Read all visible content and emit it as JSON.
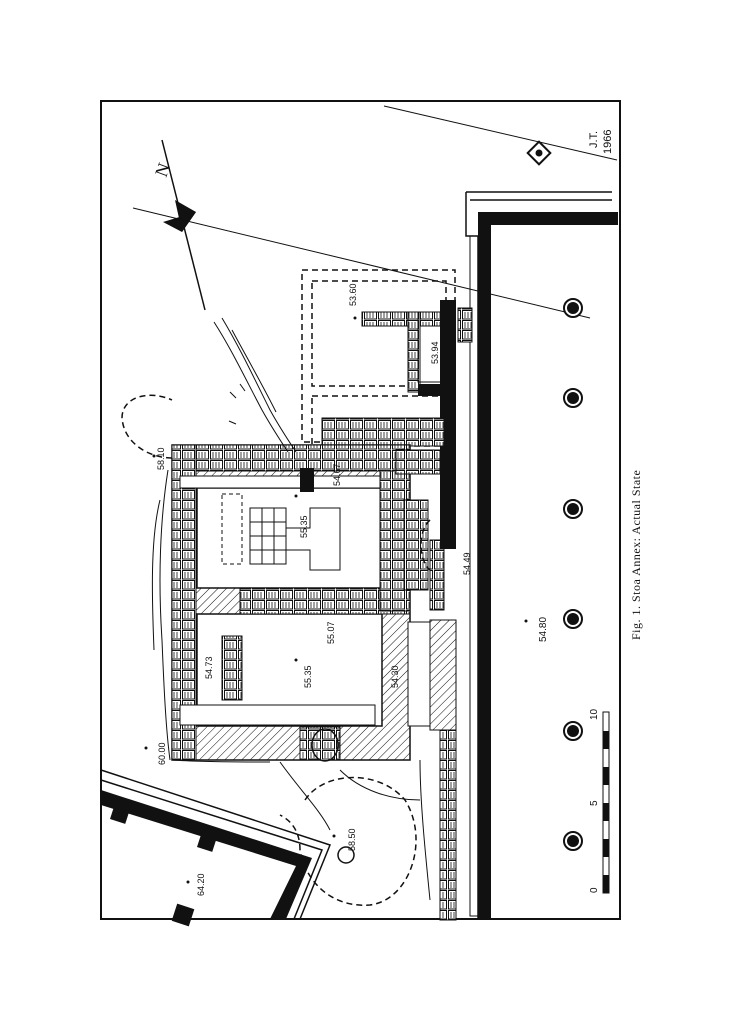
{
  "caption": "Fig. 1. Stoa Annex: Actual State",
  "north_label": "N",
  "signature": {
    "initials": "J.T.",
    "year": "1966"
  },
  "elevations": {
    "e_5810": "58.10",
    "e_5360": "53.60",
    "e_5394": "53.94",
    "e_5467": "54.67",
    "e_5535a": "55.35",
    "e_5449": "54.49",
    "e_5480": "54.80",
    "e_5507": "55.07",
    "e_5535b": "55.35",
    "e_5473": "54.73",
    "e_5430": "54.30",
    "e_6000": "60.00",
    "e_5850": "58.50",
    "e_6420": "64.20"
  },
  "scale_bar": {
    "labels": [
      "0",
      "5",
      "10"
    ]
  },
  "colors": {
    "ink": "#111111",
    "paper": "#ffffff"
  }
}
